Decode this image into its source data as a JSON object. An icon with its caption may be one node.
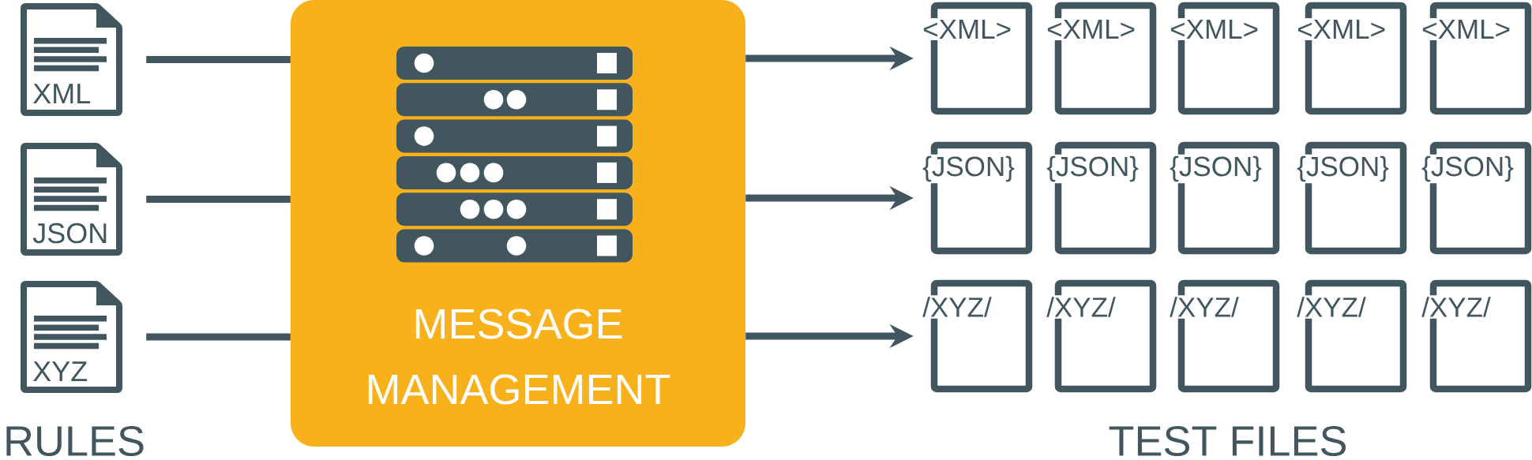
{
  "diagram": {
    "nodes": [
      {
        "text": [
          "XML"
        ]
      },
      {
        "text": [
          "JSON"
        ]
      },
      {
        "text": [
          "XYZ"
        ]
      },
      {
        "text": [
          "MESSAGE MANAGEMENT"
        ]
      },
      {
        "text": [
          "<XML>"
        ]
      },
      {
        "text": [
          "<XML>"
        ]
      },
      {
        "text": [
          "<XML>"
        ]
      },
      {
        "text": [
          "<XML>"
        ]
      },
      {
        "text": [
          "<XML>"
        ]
      },
      {
        "text": [
          "{JSON}"
        ]
      },
      {
        "text": [
          "{JSON}"
        ]
      },
      {
        "text": [
          "{JSON}"
        ]
      },
      {
        "text": [
          "{JSON}"
        ]
      },
      {
        "text": [
          "{JSON}"
        ]
      },
      {
        "text": [
          "/XYZ/"
        ]
      },
      {
        "text": [
          "/XYZ/"
        ]
      },
      {
        "text": [
          "/XYZ/"
        ]
      },
      {
        "text": [
          "/XYZ/"
        ]
      },
      {
        "text": [
          "/XYZ/"
        ]
      }
    ],
    "edges": [
      {
        "from": 0,
        "to": 3,
        "arrow": "none"
      },
      {
        "from": 1,
        "to": 3,
        "arrow": "none"
      },
      {
        "from": 2,
        "to": 3,
        "arrow": "none"
      },
      {
        "from": 3,
        "to": 4,
        "arrow": "to"
      },
      {
        "from": 3,
        "to": 9,
        "arrow": "to"
      },
      {
        "from": 3,
        "to": 14,
        "arrow": "to"
      }
    ],
    "labels": [
      "RULES",
      "TEST FILES"
    ]
  }
}
